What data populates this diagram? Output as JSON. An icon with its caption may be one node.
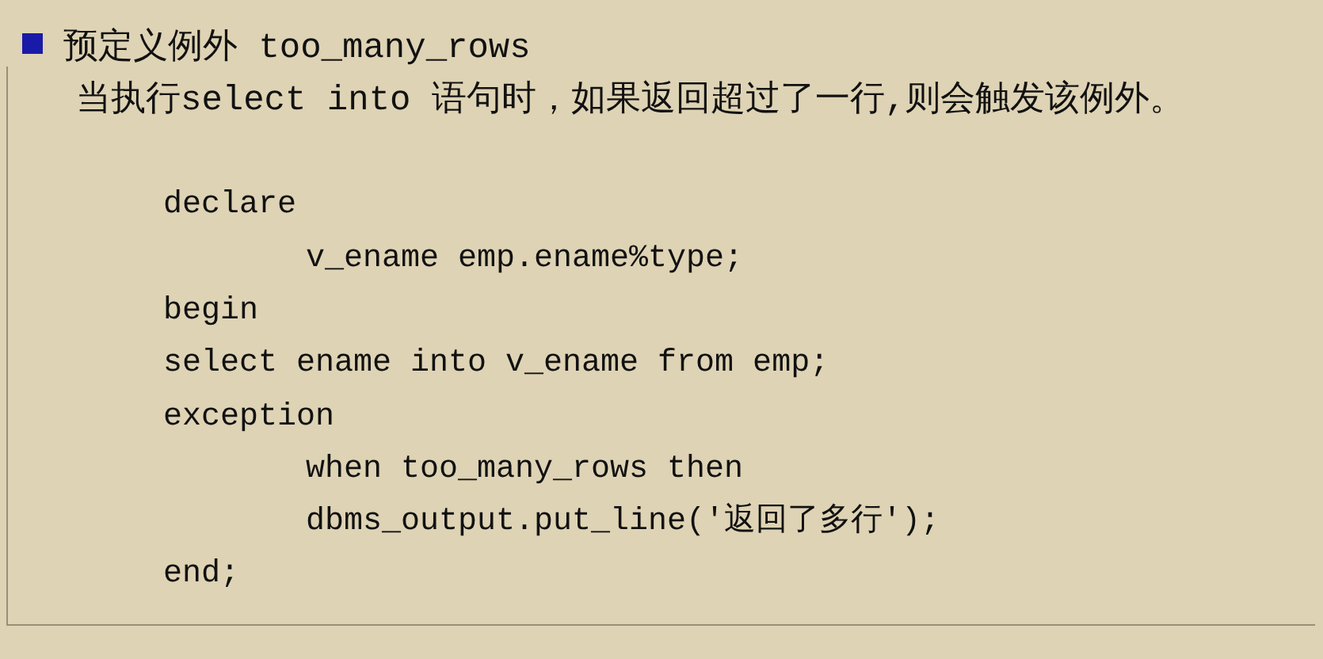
{
  "diagram": {
    "title": "预定义例外 too_many_rows",
    "labels": [
      "当执行select into 语句时，如果返回超过了一行,则会触发该例外。",
      "declare",
      "v_ename emp.ename%type;",
      "begin",
      "select ename into v_ename from emp;",
      "exception",
      "when too_many_rows then",
      "dbms_output.put_line('返回了多行');",
      "end;"
    ]
  }
}
